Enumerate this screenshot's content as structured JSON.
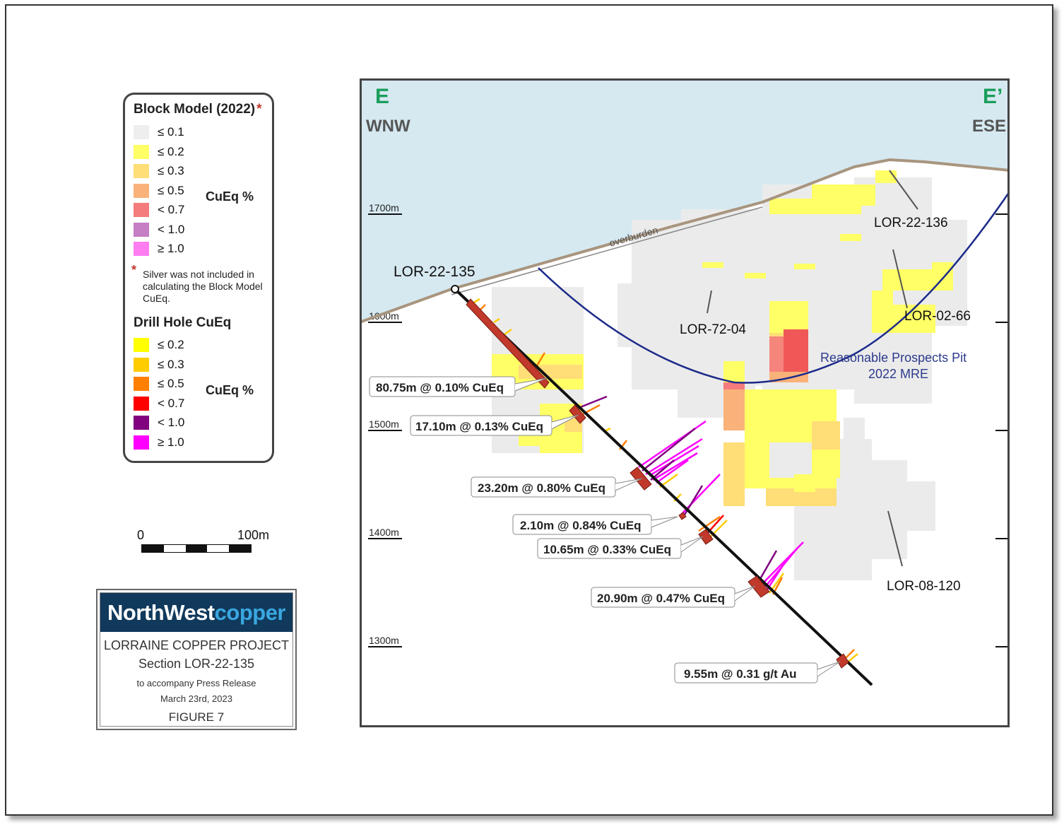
{
  "legend": {
    "block_model_title": "Block Model (2022)",
    "block_model_star": "*",
    "block_model_items": [
      {
        "label": "≤ 0.1",
        "color": "#eeeeee"
      },
      {
        "label": "≤ 0.2",
        "color": "#ffff66"
      },
      {
        "label": "≤ 0.3",
        "color": "#ffdd77"
      },
      {
        "label": "≤ 0.5",
        "color": "#f9b27a"
      },
      {
        "label": "< 0.7",
        "color": "#f47c7c"
      },
      {
        "label": "< 1.0",
        "color": "#c67ec4"
      },
      {
        "label": "≥ 1.0",
        "color": "#ff7cf1"
      }
    ],
    "block_model_unit": "CuEq %",
    "note_star": "*",
    "note": "Silver was not included in calculating the Block Model CuEq.",
    "drill_hole_title": "Drill Hole CuEq",
    "drill_hole_items": [
      {
        "label": "≤ 0.2",
        "color": "#ffff00"
      },
      {
        "label": "≤ 0.3",
        "color": "#ffcc00"
      },
      {
        "label": "≤ 0.5",
        "color": "#ff7f00"
      },
      {
        "label": "< 0.7",
        "color": "#ff0000"
      },
      {
        "label": "< 1.0",
        "color": "#800080"
      },
      {
        "label": "≥ 1.0",
        "color": "#ff00ff"
      }
    ],
    "drill_hole_unit": "CuEq %"
  },
  "scale_bar": {
    "start": "0",
    "end": "100m"
  },
  "title_block": {
    "brand_part1": "NorthWest",
    "brand_part2": "copper",
    "project": "LORRAINE COPPER PROJECT",
    "section": "Section LOR-22-135",
    "subtitle": "to accompany Press Release",
    "date": "March 23rd, 2023",
    "figure": "FIGURE 7"
  },
  "section": {
    "left_letter": "E",
    "right_letter": "E’",
    "left_direction": "WNW",
    "right_direction": "ESE",
    "elevations": [
      "1700m",
      "1600m",
      "1500m",
      "1400m",
      "1300m"
    ],
    "overburden_label": "overburden",
    "pit_label_line1": "Reasonable Prospects Pit",
    "pit_label_line2": "2022 MRE",
    "main_hole": "LOR-22-135",
    "other_holes": [
      "LOR-22-136",
      "LOR-02-66",
      "LOR-72-04",
      "LOR-08-120"
    ],
    "intercepts": [
      "80.75m @ 0.10% CuEq",
      "17.10m @ 0.13% CuEq",
      "23.20m @ 0.80% CuEq",
      "2.10m @ 0.84% CuEq",
      "10.65m @ 0.33% CuEq",
      "20.90m @ 0.47% CuEq",
      "9.55m @ 0.31 g/t Au"
    ],
    "colors": {
      "sky": "#d6e9f1",
      "overburden": "#a8957e",
      "pit": "#1b2a8a",
      "letters": "#1a9e5a",
      "intercept": "#c0392b"
    }
  }
}
